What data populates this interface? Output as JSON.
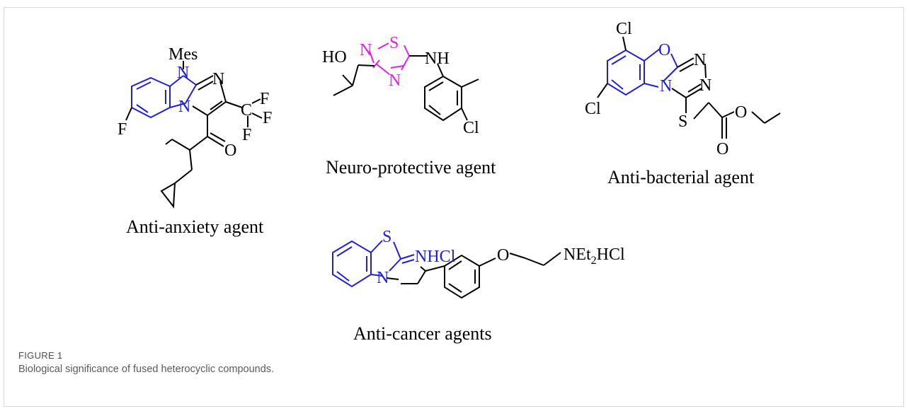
{
  "figure": {
    "label": "FIGURE 1",
    "caption": "Biological significance of fused heterocyclic compounds."
  },
  "compounds": [
    {
      "name": "Anti-anxiety agent",
      "atoms": [
        "Mes",
        "N",
        "N",
        "N",
        "F",
        "F",
        "F",
        "F",
        "C",
        "O"
      ]
    },
    {
      "name": "Neuro-protective agent",
      "atoms": [
        "HO",
        "N",
        "S",
        "N",
        "NH",
        "Cl"
      ]
    },
    {
      "name": "Anti-bacterial agent",
      "atoms": [
        "Cl",
        "Cl",
        "O",
        "N",
        "N",
        "N",
        "S",
        "O",
        "O"
      ]
    },
    {
      "name": "Anti-cancer agents",
      "atoms": [
        "S",
        "NHCl",
        "N",
        "O",
        "NEt",
        "2",
        "HCl"
      ]
    }
  ],
  "colors": {
    "scaffold": "#1f1fd6",
    "thiadiazole": "#e61ee6",
    "bond": "#000000"
  }
}
